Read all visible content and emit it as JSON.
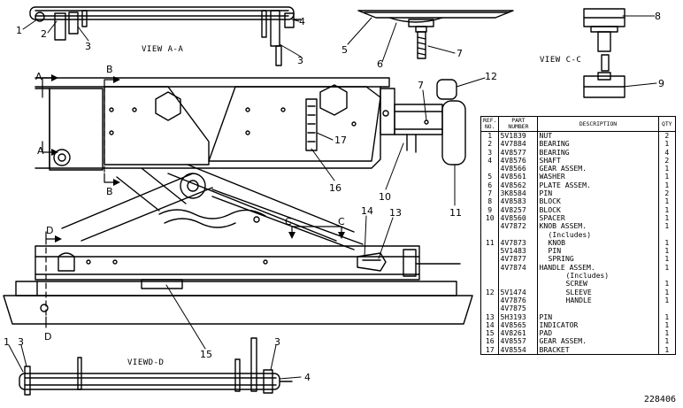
{
  "view_labels": {
    "view_a": "VIEW A-A",
    "view_c": "VIEW C-C",
    "view_d": "VIEWD-D"
  },
  "section_letters": {
    "a_top": "A",
    "a_bottom": "A",
    "b_top": "B",
    "b_bottom": "B",
    "c_left": "C",
    "c_right": "C",
    "d_top": "D",
    "d_bottom": "D"
  },
  "callouts": {
    "c1a": "1",
    "c2a": "2",
    "c3a": "3",
    "c3b": "3",
    "c4a": "4",
    "c5": "5",
    "c6": "6",
    "c7a": "7",
    "c8": "8",
    "c9": "9",
    "c7b": "7",
    "c12": "12",
    "c17": "17",
    "c16": "16",
    "c10": "10",
    "c11": "11",
    "c14": "14",
    "c13": "13",
    "c15": "15",
    "c1b": "1",
    "c3c": "3",
    "c3d": "3",
    "c4b": "4"
  },
  "figure_number": "228406",
  "parts_table": {
    "headers": {
      "ref": "REF. NO.",
      "part": "PART NUMBER",
      "desc": "DESCRIPTION",
      "qty": "QTY"
    },
    "rows": [
      {
        "ref": "1",
        "part": "5V1839",
        "desc": "NUT",
        "qty": "2"
      },
      {
        "ref": "2",
        "part": "4V7884",
        "desc": "BEARING",
        "qty": "1"
      },
      {
        "ref": "3",
        "part": "4V8577",
        "desc": "BEARING",
        "qty": "4"
      },
      {
        "ref": "4",
        "part": "4V8576",
        "desc": "SHAFT",
        "qty": "2"
      },
      {
        "ref": "",
        "part": "4V8566",
        "desc": "GEAR ASSEM.",
        "qty": "1"
      },
      {
        "ref": "5",
        "part": "4V8561",
        "desc": "WASHER",
        "qty": "1"
      },
      {
        "ref": "6",
        "part": "4V8562",
        "desc": "PLATE ASSEM.",
        "qty": "1"
      },
      {
        "ref": "7",
        "part": "3K8584",
        "desc": "PIN",
        "qty": "2"
      },
      {
        "ref": "8",
        "part": "4V8583",
        "desc": "BLOCK",
        "qty": "1"
      },
      {
        "ref": "9",
        "part": "4V8257",
        "desc": "BLOCK",
        "qty": "1"
      },
      {
        "ref": "10",
        "part": "4V8560",
        "desc": "SPACER",
        "qty": "1"
      },
      {
        "ref": "",
        "part": "4V7872",
        "desc": "KNOB ASSEM.",
        "qty": "1"
      },
      {
        "ref": "",
        "part": "",
        "desc": "(Includes)",
        "qty": ""
      },
      {
        "ref": "11",
        "part": "4V7873",
        "desc": "KNOB",
        "qty": "1"
      },
      {
        "ref": "",
        "part": "5V1483",
        "desc": "PIN",
        "qty": "1"
      },
      {
        "ref": "",
        "part": "4V7877",
        "desc": "SPRING",
        "qty": "1"
      },
      {
        "ref": "",
        "part": "4V7874",
        "desc": "HANDLE ASSEM.",
        "qty": "1"
      },
      {
        "ref": "",
        "part": "",
        "desc": "(Includes)",
        "qty": ""
      },
      {
        "ref": "",
        "part": "",
        "desc": "SCREW",
        "qty": "1"
      },
      {
        "ref": "12",
        "part": "5V1474",
        "desc": "SLEEVE",
        "qty": "1"
      },
      {
        "ref": "",
        "part": "4V7876",
        "desc": "HANDLE",
        "qty": "1"
      },
      {
        "ref": "",
        "part": "4V7875",
        "desc": "",
        "qty": ""
      },
      {
        "ref": "13",
        "part": "5H3193",
        "desc": "PIN",
        "qty": "1"
      },
      {
        "ref": "14",
        "part": "4V8565",
        "desc": "INDICATOR",
        "qty": "1"
      },
      {
        "ref": "15",
        "part": "4V8261",
        "desc": "PAD",
        "qty": "1"
      },
      {
        "ref": "16",
        "part": "4V8557",
        "desc": "GEAR ASSEM.",
        "qty": "1"
      },
      {
        "ref": "17",
        "part": "4V8554",
        "desc": "BRACKET",
        "qty": "1"
      }
    ]
  }
}
